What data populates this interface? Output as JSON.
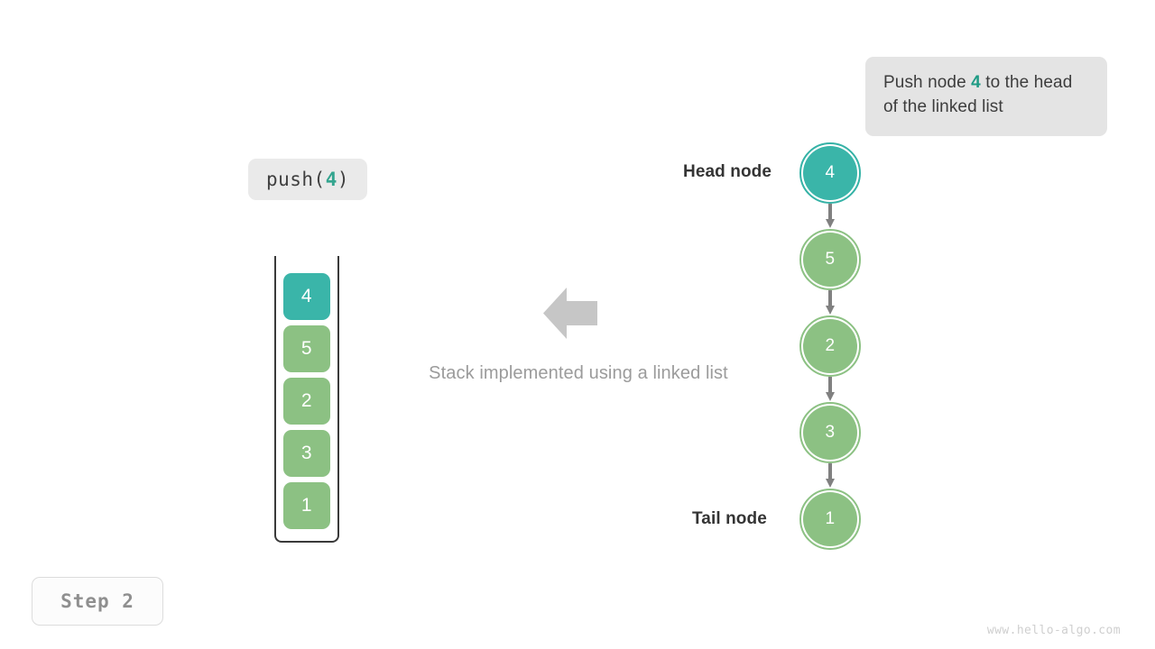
{
  "colors": {
    "teal": "#3ab5a9",
    "teal_ring": "#35b2a6",
    "green": "#8cc183",
    "green_ring": "#8cc183",
    "arrow_gray": "#808080",
    "chip_gray": "#eaeaea",
    "callout_gray": "#e4e4e4",
    "caption_gray": "#9b9b9b",
    "frame_dark": "#3a3a3a",
    "highlight_teal_text": "#1f9b85"
  },
  "callout": {
    "text_before": "Push node ",
    "highlight": "4",
    "text_after": " to the head of the linked list"
  },
  "operation_chip": {
    "prefix": "push(",
    "argument": "4",
    "suffix": ")"
  },
  "stack": {
    "blocks": [
      {
        "value": "4",
        "color": "#3ab5a9",
        "highlighted": true
      },
      {
        "value": "5",
        "color": "#8cc183",
        "highlighted": false
      },
      {
        "value": "2",
        "color": "#8cc183",
        "highlighted": false
      },
      {
        "value": "3",
        "color": "#8cc183",
        "highlighted": false
      },
      {
        "value": "1",
        "color": "#8cc183",
        "highlighted": false
      }
    ]
  },
  "center": {
    "arrow_direction": "left",
    "caption": "Stack implemented using a linked list"
  },
  "linked_list": {
    "head_label": "Head node",
    "tail_label": "Tail node",
    "nodes": [
      {
        "value": "4",
        "color": "#3ab5a9",
        "highlighted": true
      },
      {
        "value": "5",
        "color": "#8cc183",
        "highlighted": false
      },
      {
        "value": "2",
        "color": "#8cc183",
        "highlighted": false
      },
      {
        "value": "3",
        "color": "#8cc183",
        "highlighted": false
      },
      {
        "value": "1",
        "color": "#8cc183",
        "highlighted": false
      }
    ]
  },
  "step_badge": {
    "label": "Step  2"
  },
  "watermark": {
    "text": "www.hello-algo.com"
  }
}
